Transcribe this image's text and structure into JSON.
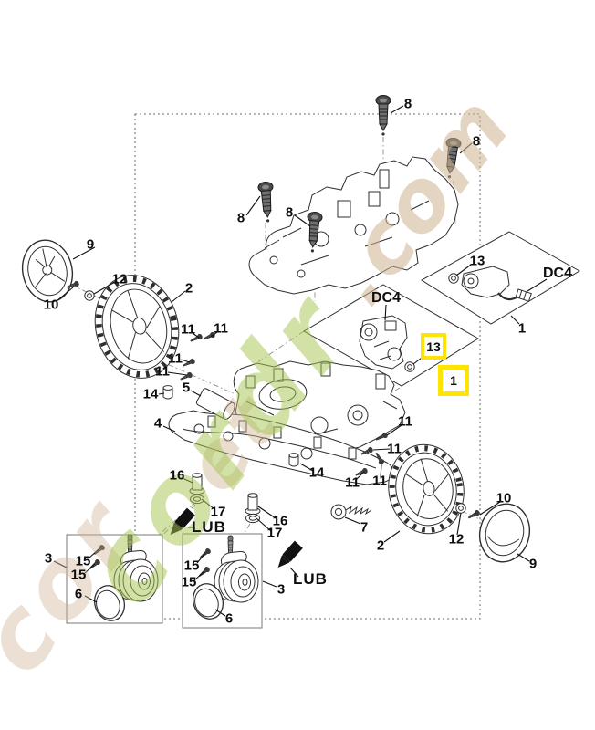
{
  "diagram": {
    "type": "exploded-parts-diagram",
    "frame_style": "dotted",
    "background": "#ffffff",
    "line_color": "#2e2e2e"
  },
  "highlight": {
    "color": "#ffe400",
    "selected_items": [
      {
        "text": "13"
      },
      {
        "text": "1"
      }
    ]
  },
  "callouts": [
    {
      "text": "8"
    },
    {
      "text": "8"
    },
    {
      "text": "8"
    },
    {
      "text": "8"
    },
    {
      "text": "9"
    },
    {
      "text": "10"
    },
    {
      "text": "12"
    },
    {
      "text": "2"
    },
    {
      "text": "11"
    },
    {
      "text": "11"
    },
    {
      "text": "11"
    },
    {
      "text": "11"
    },
    {
      "text": "14"
    },
    {
      "text": "5"
    },
    {
      "text": "4"
    },
    {
      "text": "16"
    },
    {
      "text": "17"
    },
    {
      "text": "LUB"
    },
    {
      "text": "16"
    },
    {
      "text": "17"
    },
    {
      "text": "14"
    },
    {
      "text": "11"
    },
    {
      "text": "11"
    },
    {
      "text": "11"
    },
    {
      "text": "11"
    },
    {
      "text": "7"
    },
    {
      "text": "2"
    },
    {
      "text": "12"
    },
    {
      "text": "10"
    },
    {
      "text": "9"
    },
    {
      "text": "3"
    },
    {
      "text": "15"
    },
    {
      "text": "15"
    },
    {
      "text": "6"
    },
    {
      "text": "15"
    },
    {
      "text": "15"
    },
    {
      "text": "6"
    },
    {
      "text": "3"
    },
    {
      "text": "LUB"
    },
    {
      "text": "DC4"
    },
    {
      "text": "DC4"
    },
    {
      "text": "13"
    },
    {
      "text": "1"
    }
  ],
  "watermark": {
    "primary_green": "cordr",
    "primary_tan": ".com",
    "echo_tan_1": "cor",
    "echo_tan_2": "et",
    "green_color": "#a6c652",
    "tan_color": "#cfb493"
  }
}
